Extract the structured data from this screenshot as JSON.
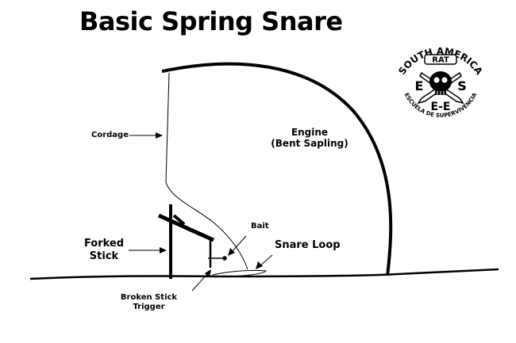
{
  "title": "Basic Spring Snare",
  "labels": {
    "cordage": "Cordage",
    "engine_line1": "Engine",
    "engine_line2": "(Bent Sapling)",
    "bait": "Bait",
    "snare_loop": "Snare Loop",
    "forked_line1": "Forked",
    "forked_line2": "Stick",
    "trigger_line1": "Broken Stick",
    "trigger_line2": "Trigger"
  },
  "logo": {
    "top_text": "SOUTH AMERICA",
    "rat_text": "RAT",
    "letter_left": "E",
    "letter_right": "S",
    "ee_text": "E-E",
    "bottom_text": "ESCUELA DE SUPERVIVENCIA"
  },
  "colors": {
    "ink": "#000000",
    "background": "#ffffff"
  }
}
